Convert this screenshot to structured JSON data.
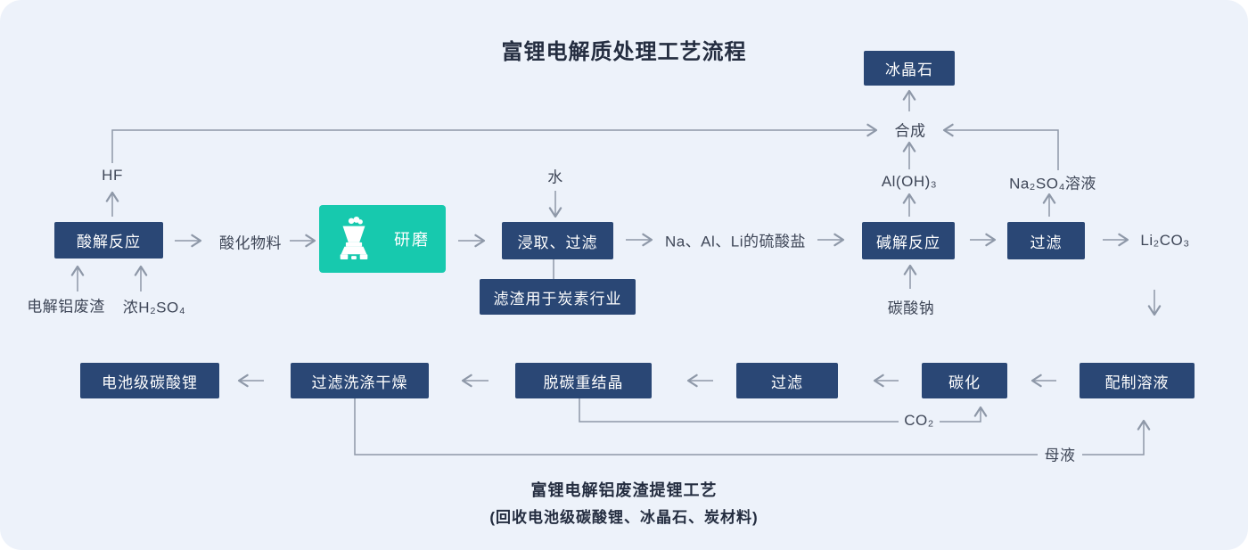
{
  "title": "富锂电解质处理工艺流程",
  "boxes": {
    "cryolite": "冰晶石",
    "acidolysis": "酸解反应",
    "grinding": "研磨",
    "leach_filter": "浸取、过滤",
    "residue_use": "滤渣用于炭素行业",
    "alkaline_reaction": "碱解反应",
    "filter_top": "过滤",
    "prepare_solution": "配制溶液",
    "carbonation": "碳化",
    "filter_bottom": "过滤",
    "decarb_recrystallize": "脱碳重结晶",
    "filter_wash_dry": "过滤洗涤干燥",
    "battery_grade_li2co3": "电池级碳酸锂"
  },
  "labels": {
    "hf": "HF",
    "water": "水",
    "electrolytic_al_residue": "电解铝废渣",
    "conc_h2so4": "浓H₂SO₄",
    "oxidized_material": "酸化物料",
    "sulfates": "Na、Al、Li的硫酸盐",
    "sodium_carbonate": "碳酸钠",
    "al_oh3": "Al(OH)₃",
    "na2so4_solution": "Na₂SO₄溶液",
    "synthesis": "合成",
    "li2co3": "Li₂CO₃",
    "co2": "CO₂",
    "mother_liquor": "母液"
  },
  "captions": {
    "process_name": "富锂电解铝废渣提锂工艺",
    "recovery_note": "(回收电池级碳酸锂、冰晶石、炭材料)"
  },
  "icons": {
    "grinding_box_icon": "grinder-mill"
  },
  "colors": {
    "background": "#edf2fa",
    "node_navy": "#2a4775",
    "node_teal": "#17c9ae",
    "connector_gray": "#8e98a8",
    "label_text": "#3e4657",
    "title_text": "#242d40",
    "node_text": "#ffffff"
  }
}
